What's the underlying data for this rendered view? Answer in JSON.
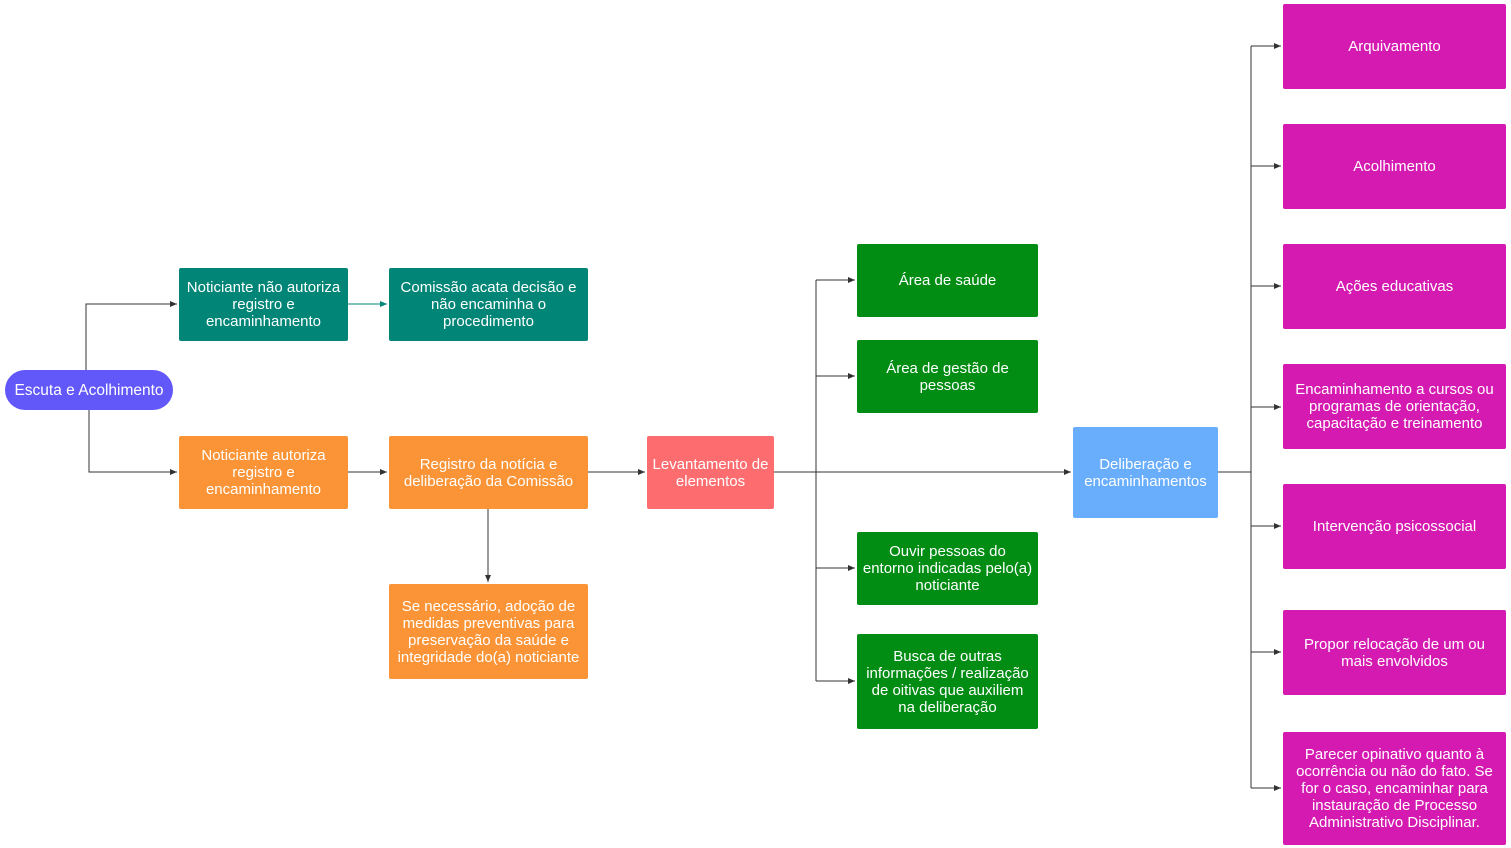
{
  "nodes": {
    "start": "Escuta e Acolhimento",
    "nao_autoriza": "Noticiante não autoriza registro e encaminhamento",
    "comissao_acata": "Comissão acata decisão e não encaminha o procedimento",
    "autoriza": "Noticiante autoriza registro e encaminhamento",
    "registro": "Registro da notícia e deliberação da Comissão",
    "medidas": "Se necessário, adoção de medidas preventivas para preservação da saúde e integridade do(a) noticiante",
    "levantamento": "Levantamento de elementos",
    "area_saude": "Área de saúde",
    "area_gestao": "Área de gestão de pessoas",
    "ouvir": "Ouvir pessoas do entorno indicadas pelo(a) noticiante",
    "busca": "Busca de outras informações / realização de oitivas que auxiliem na deliberação",
    "deliberacao": "Deliberação e encaminhamentos",
    "arquivamento": "Arquivamento",
    "acolhimento": "Acolhimento",
    "acoes": "Ações educativas",
    "cursos": "Encaminhamento a cursos ou programas de orientação, capacitação e treinamento",
    "intervencao": "Intervenção psicossocial",
    "relocacao": "Propor relocação de um ou mais envolvidos",
    "parecer": "Parecer opinativo quanto à ocorrência ou não do fato. Se for o caso, encaminhar para instauração de Processo Administrativo Disciplinar."
  },
  "colors": {
    "start": "#6257f8",
    "refusal_path": "#008577",
    "consent_path": "#fb9436",
    "survey": "#fd6d70",
    "evidence": "#018c13",
    "decision": "#69aefd",
    "outcomes": "#d51ab2",
    "connector": "#333333"
  }
}
